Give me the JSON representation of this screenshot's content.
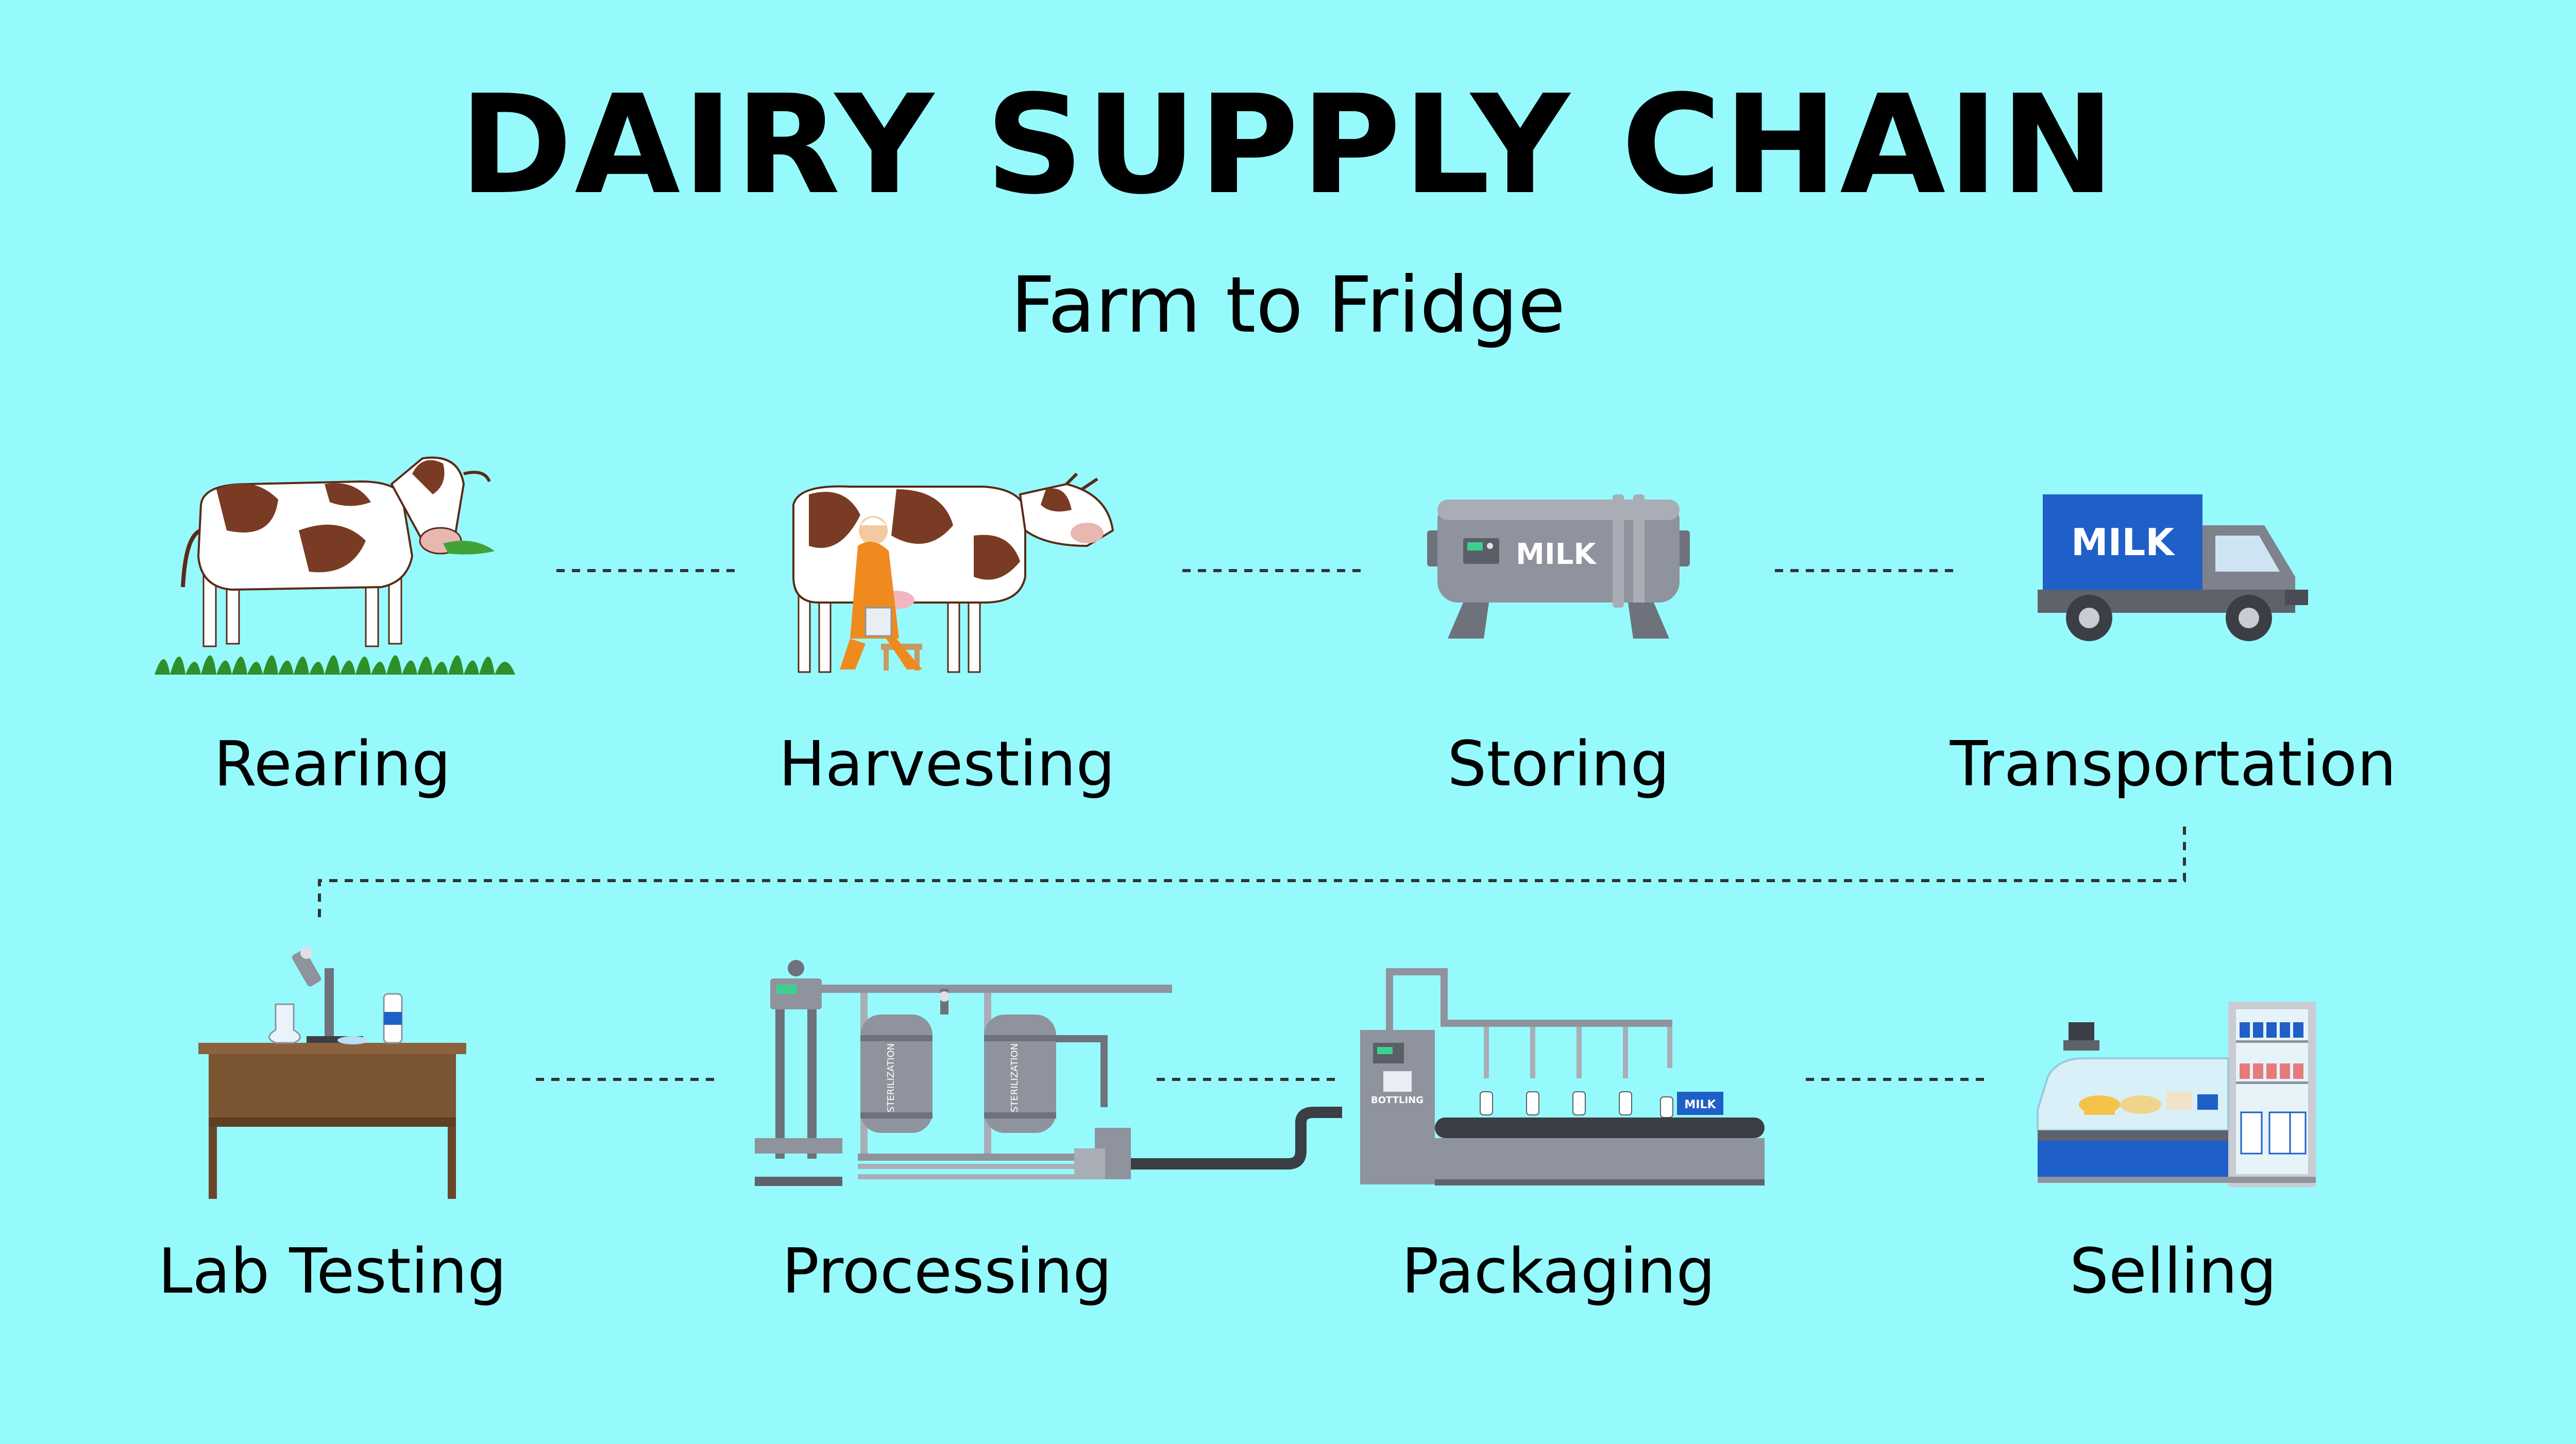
{
  "header": {
    "title": "DAIRY SUPPLY CHAIN",
    "subtitle": "Farm to Fridge"
  },
  "steps": [
    {
      "label": "Rearing",
      "icon": "cow-grazing-icon"
    },
    {
      "label": "Harvesting",
      "icon": "milking-cow-icon"
    },
    {
      "label": "Storing",
      "icon": "milk-tank-icon"
    },
    {
      "label": "Transportation",
      "icon": "milk-truck-icon"
    },
    {
      "label": "Lab Testing",
      "icon": "lab-desk-icon"
    },
    {
      "label": "Processing",
      "icon": "sterilization-plant-icon"
    },
    {
      "label": "Packaging",
      "icon": "bottling-line-icon"
    },
    {
      "label": "Selling",
      "icon": "shop-counter-icon"
    }
  ],
  "illustration_text": {
    "tank_label": "MILK",
    "truck_label": "MILK",
    "sterilization_label": "STERILIZATION",
    "bottling_label": "BOTTLING",
    "crate_label": "MILK"
  },
  "colors": {
    "background": "#96FAFD",
    "text": "#000000",
    "cow_brown": "#7A3B24",
    "machine_gray": "#8F939D",
    "truck_blue": "#1F5FC8",
    "desk_brown": "#7B5432",
    "worker_orange": "#F08A1E"
  }
}
